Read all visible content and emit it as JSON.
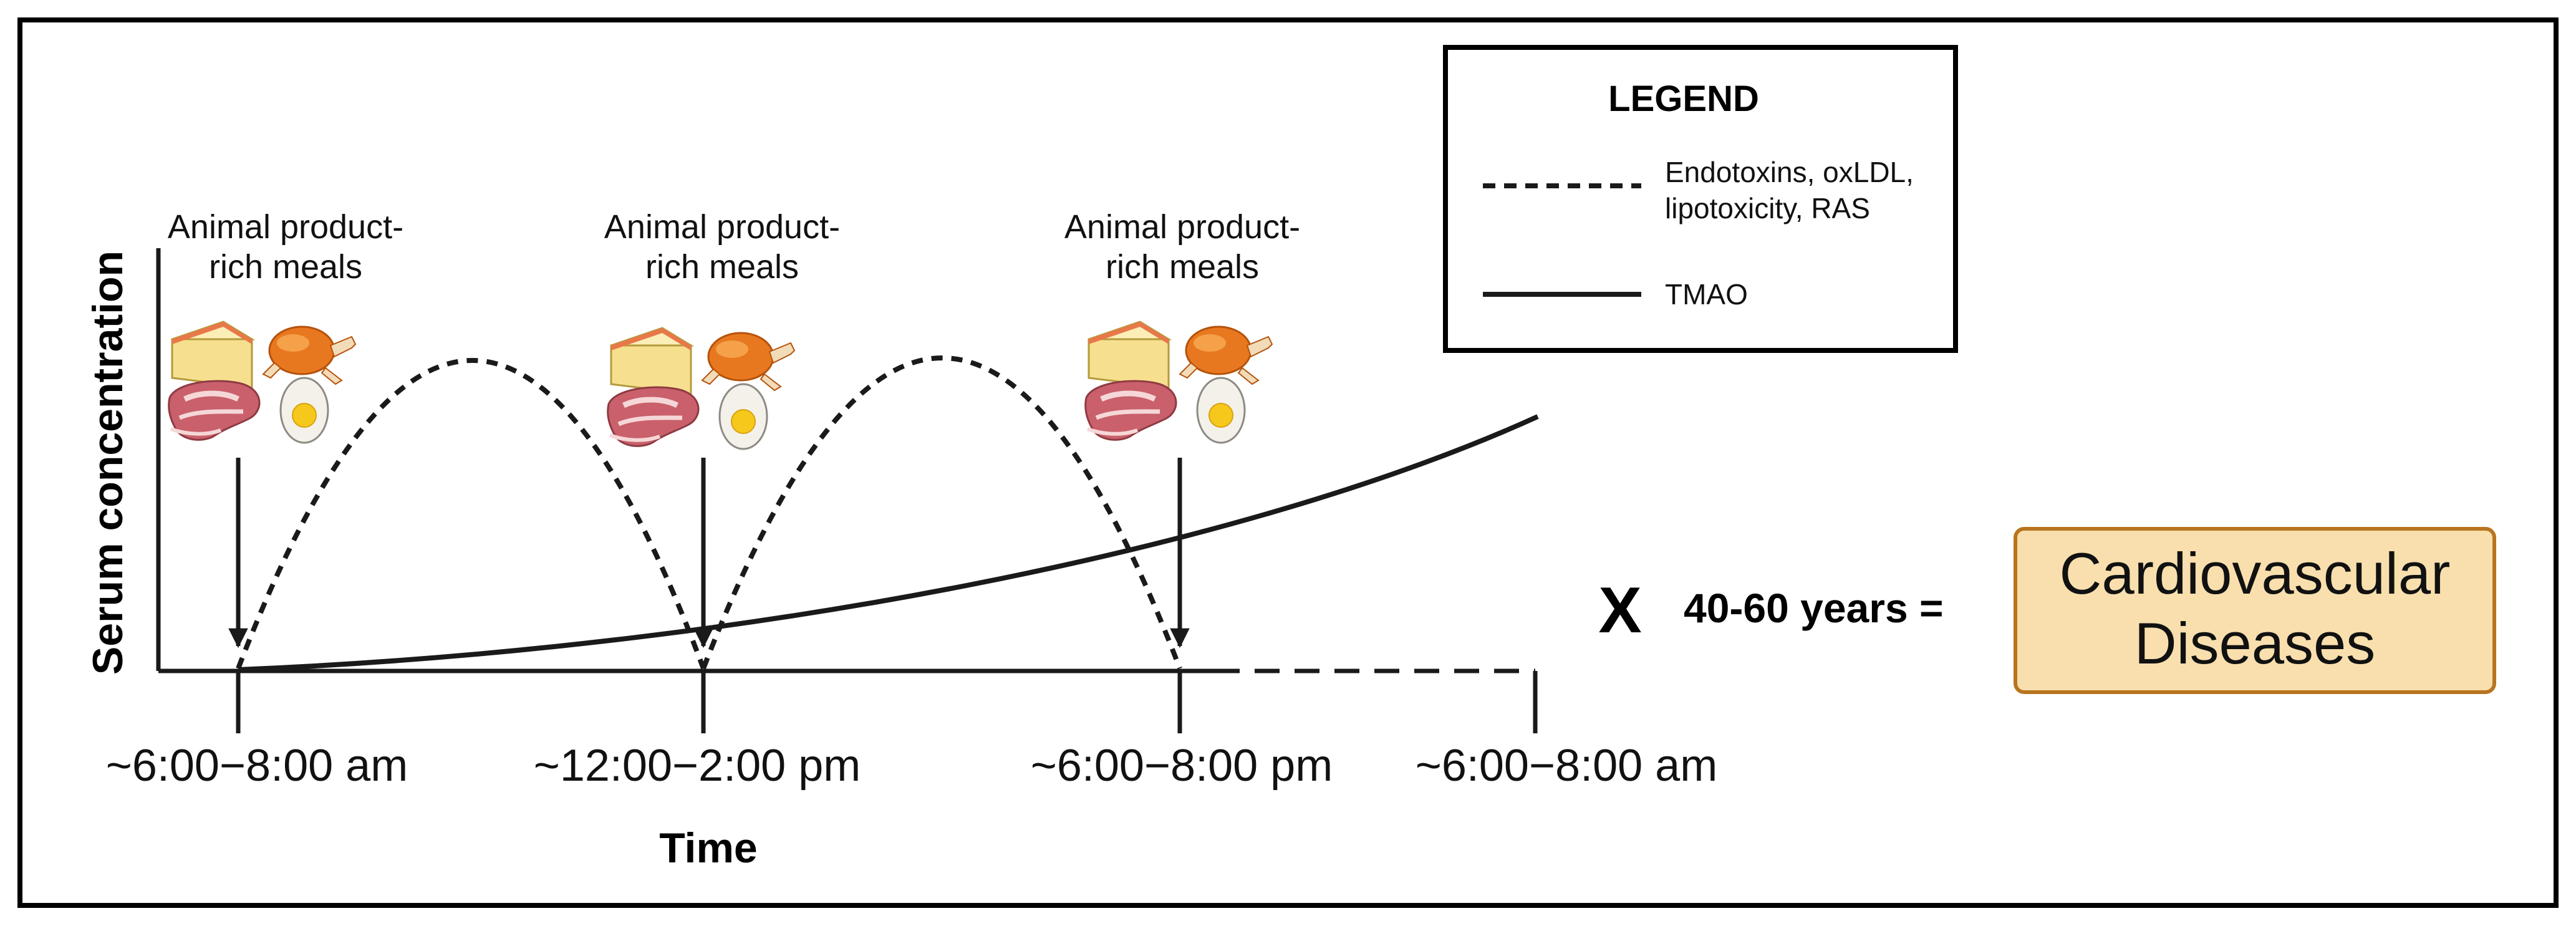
{
  "axes": {
    "y_label": "Serum concentration",
    "x_label": "Time",
    "ticks": [
      "~6:00−8:00 am",
      "~12:00−2:00 pm",
      "~6:00−8:00 pm",
      "~6:00−8:00 am"
    ]
  },
  "meals": [
    {
      "line1": "Animal product-",
      "line2": "rich meals"
    },
    {
      "line1": "Animal product-",
      "line2": "rich meals"
    },
    {
      "line1": "Animal product-",
      "line2": "rich meals"
    }
  ],
  "legend": {
    "title": "LEGEND",
    "dashed_line1": "Endotoxins, oxLDL,",
    "dashed_line2": "lipotoxicity, RAS",
    "solid": "TMAO"
  },
  "equation": {
    "multiplier": "X",
    "duration": "40-60 years =",
    "outcome_line1": "Cardiovascular",
    "outcome_line2": "Diseases"
  },
  "icons": [
    "cheese-icon",
    "roast-chicken-icon",
    "steak-icon",
    "boiled-egg-icon"
  ],
  "colors": {
    "outcome_fill": "#f8dfad",
    "outcome_border": "#b8741f",
    "cheese": "#f6e08f",
    "chicken": "#e8781f",
    "steak": "#c9606b",
    "egg_yolk": "#f7c81c"
  }
}
